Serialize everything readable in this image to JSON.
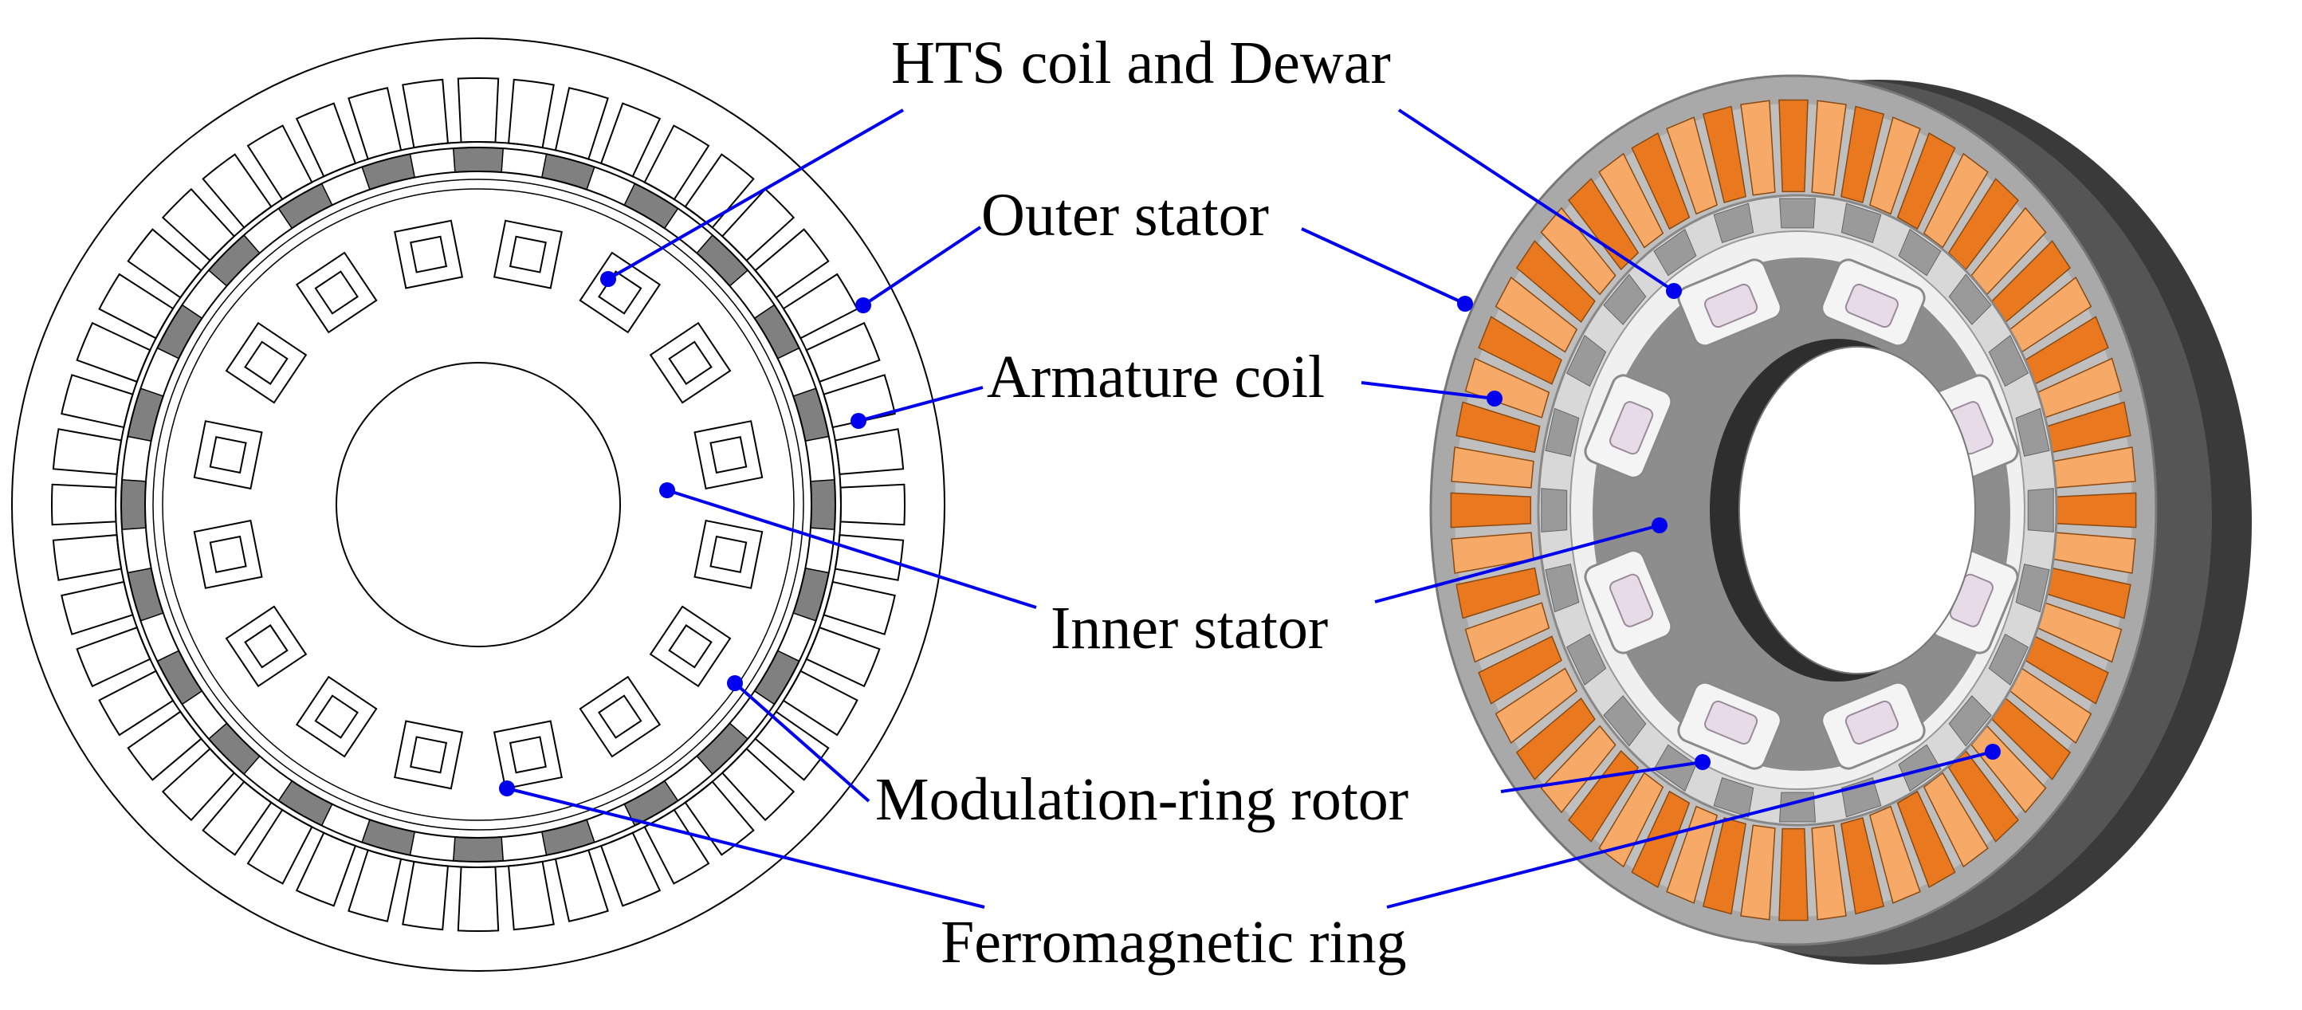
{
  "labels": {
    "hts_coil_dewar": "HTS coil and Dewar",
    "outer_stator": "Outer stator",
    "armature_coil": "Armature coil",
    "inner_stator": "Inner stator",
    "modulation_ring_rotor": "Modulation-ring rotor",
    "ferromagnetic_ring": "Ferromagnetic ring"
  },
  "colors": {
    "leader_line": "#0000ee",
    "outline": "#000000",
    "modulation_segment": "#808080",
    "coil_orange": "#f7a968",
    "coil_orange_dark": "#e9781f",
    "housing_dark": "#3a3a3a",
    "housing_light": "#a9a9a9",
    "inner_stator_gray": "#8d8d8d",
    "dewar_white": "#f4f4f4",
    "dewar_lilac": "#e7dbe7"
  },
  "icons": {
    "left_figure": "motor-cross-section-2d",
    "right_figure": "motor-3d-cutaway-render"
  }
}
